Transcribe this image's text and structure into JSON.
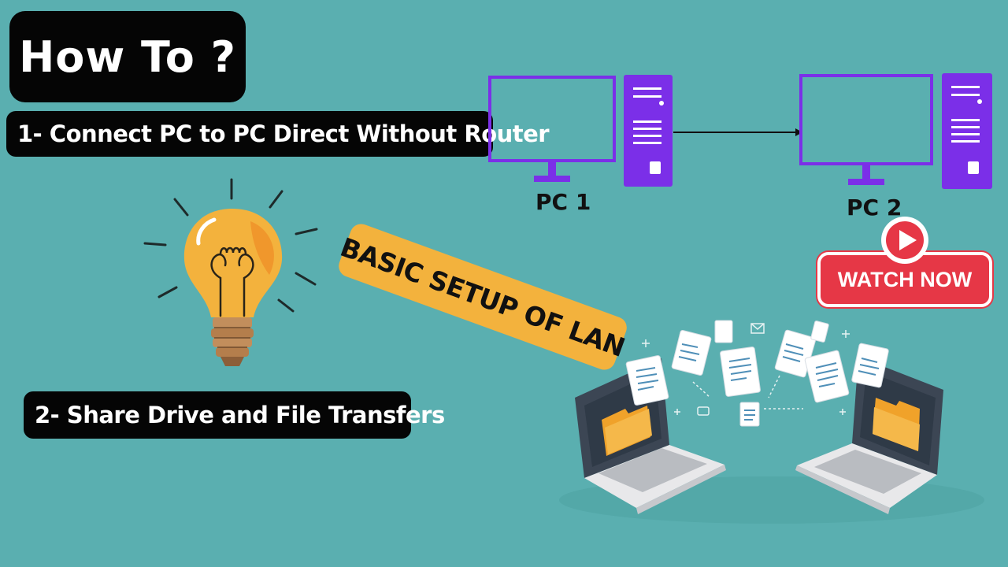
{
  "title": "How To ?",
  "steps": {
    "step1": "1- Connect PC to PC Direct Without Router",
    "step2": "2- Share Drive and File Transfers"
  },
  "network": {
    "pc1_label": "PC 1",
    "pc2_label": "PC 2"
  },
  "banner": "BASIC SETUP OF LAN",
  "watch_button": "WATCH NOW",
  "colors": {
    "background": "#5aafb0",
    "pc_outline": "#7b2fe8",
    "banner": "#f3b23d",
    "watch_button": "#e63746",
    "bulb": "#f3b23d"
  },
  "icons": [
    "monitor-icon",
    "tower-icon",
    "lightbulb-icon",
    "play-icon",
    "laptop-icon",
    "document-icon",
    "folder-icon"
  ]
}
